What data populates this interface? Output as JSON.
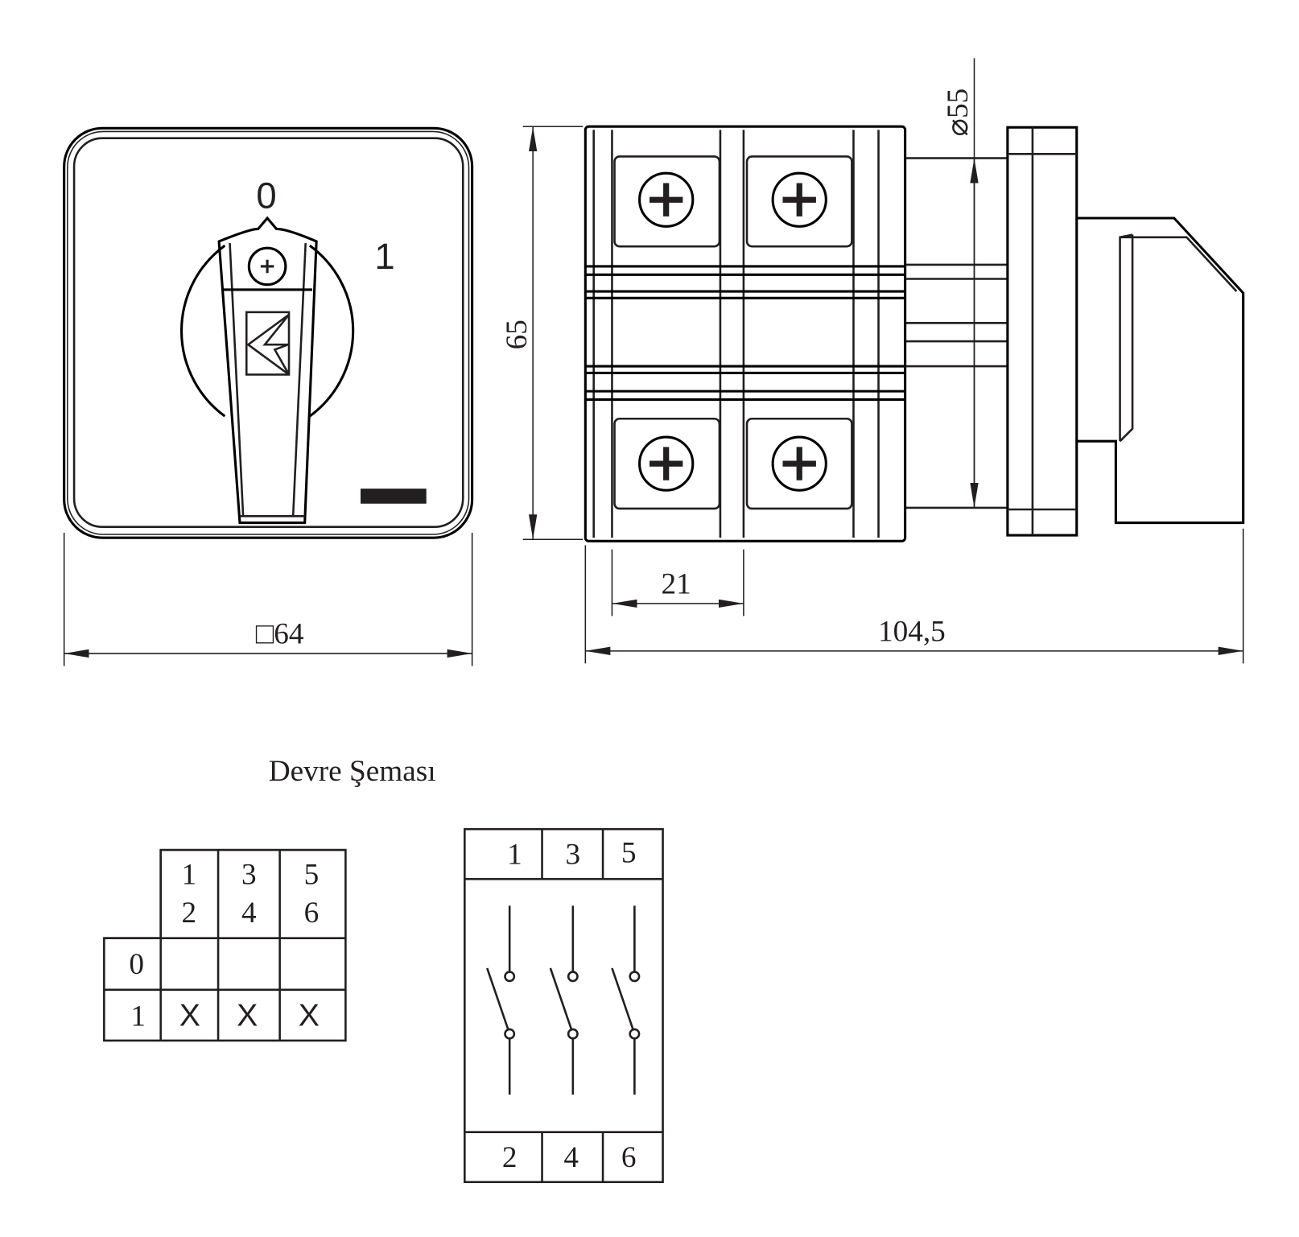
{
  "front_view": {
    "dial_off": "0",
    "dial_on": "1",
    "width_dim": "□64"
  },
  "side_view": {
    "height_dim": "65",
    "diameter_dim": "⌀55",
    "module_dim": "21",
    "depth_dim": "104,5"
  },
  "circuit": {
    "title": "Devre Şeması",
    "table": {
      "headers": [
        [
          "1",
          "2"
        ],
        [
          "3",
          "4"
        ],
        [
          "5",
          "6"
        ]
      ],
      "rows": [
        {
          "position": "0",
          "cells": [
            "",
            "",
            ""
          ]
        },
        {
          "position": "1",
          "cells": [
            "X",
            "X",
            "X"
          ]
        }
      ]
    },
    "schematic": {
      "top_terminals": [
        "1",
        "3",
        "5"
      ],
      "bottom_terminals": [
        "2",
        "4",
        "6"
      ]
    }
  }
}
